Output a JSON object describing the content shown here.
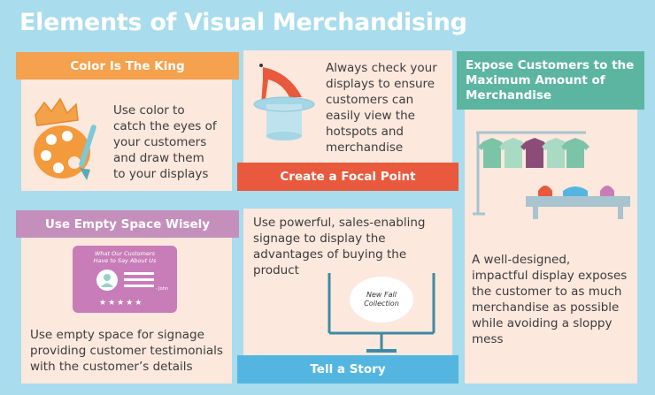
{
  "title": "Elements of Visual Merchandising",
  "sections": {
    "color": {
      "heading": "Color Is The King",
      "text_lines": [
        "Use color to",
        "catch the eyes of",
        "your customers",
        "and draw them",
        "to your displays"
      ],
      "icon": "paint-palette-icon"
    },
    "focal": {
      "heading": "Create a Focal Point",
      "text_lines": [
        "Always check your",
        "displays to ensure",
        "customers can",
        "easily view the",
        "hotspots and",
        "merchandise"
      ],
      "icon": "high-heel-on-pedestal-icon"
    },
    "expose": {
      "heading_lines": [
        "Expose Customers to the",
        "Maximum Amount of",
        "Merchandise"
      ],
      "text_lines": [
        "A well-designed,",
        "impactful display exposes",
        "the customer to as much",
        "merchandise as possible",
        "while avoiding a sloppy",
        "mess"
      ],
      "icon": "clothing-rack-icon"
    },
    "space": {
      "heading": "Use Empty Space Wisely",
      "text_lines": [
        "Use empty space for signage",
        "providing customer testimonials",
        "with the customer’s details"
      ],
      "testimonial_heading_lines": [
        "What Our Customers",
        "Have to Say About Us"
      ],
      "testimonial_name": "- John",
      "testimonial_stars": "★★★★★"
    },
    "story": {
      "heading": "Tell a Story",
      "text_lines": [
        "Use powerful, sales-enabling",
        "signage to display the",
        "advantages of buying the",
        "product"
      ],
      "screen_text_lines": [
        "New Fall",
        "Collection"
      ]
    }
  },
  "colors": {
    "background": "#a9dcec",
    "card": "#fce8dd",
    "orange": "#f5a14e",
    "purple": "#c58fbb",
    "red": "#e8593d",
    "blue": "#54b6e0",
    "teal": "#5cb5a1"
  }
}
